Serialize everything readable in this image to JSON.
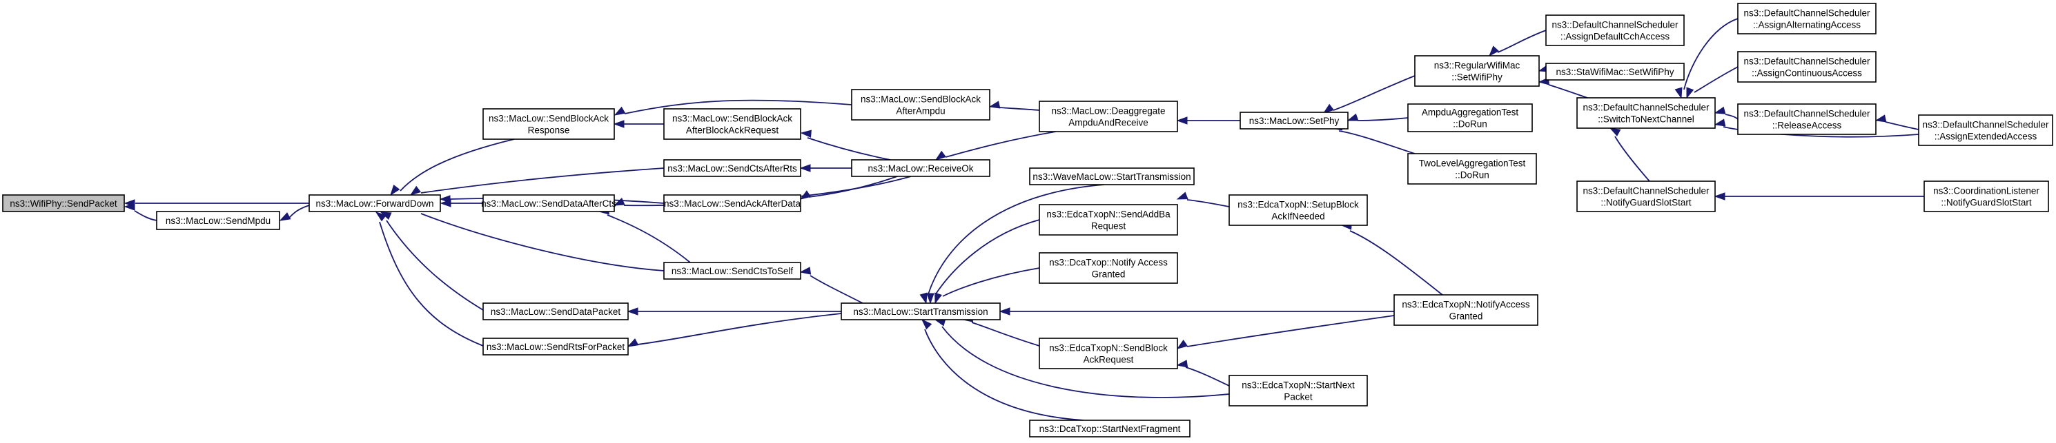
{
  "nodes": [
    {
      "id": "n0",
      "lines": [
        "ns3::WifiPhy::SendPacket"
      ],
      "root": true
    },
    {
      "id": "n1",
      "lines": [
        "ns3::MacLow::SendMpdu"
      ]
    },
    {
      "id": "n2",
      "lines": [
        "ns3::MacLow::ForwardDown"
      ]
    },
    {
      "id": "n3",
      "lines": [
        "ns3::MacLow::SendBlockAck",
        "Response"
      ]
    },
    {
      "id": "n4",
      "lines": [
        "ns3::MacLow::SendBlockAck",
        "AfterBlockAckRequest"
      ]
    },
    {
      "id": "n5",
      "lines": [
        "ns3::MacLow::SendCtsAfterRts"
      ]
    },
    {
      "id": "n6",
      "lines": [
        "ns3::MacLow::SendAckAfterData"
      ]
    },
    {
      "id": "n7",
      "lines": [
        "ns3::MacLow::SendDataAfterCts"
      ]
    },
    {
      "id": "n8",
      "lines": [
        "ns3::MacLow::SendCtsToSelf"
      ]
    },
    {
      "id": "n9",
      "lines": [
        "ns3::MacLow::SendDataPacket"
      ]
    },
    {
      "id": "n10",
      "lines": [
        "ns3::MacLow::SendRtsForPacket"
      ]
    },
    {
      "id": "n11",
      "lines": [
        "ns3::MacLow::SendBlockAck",
        "AfterAmpdu"
      ]
    },
    {
      "id": "n12",
      "lines": [
        "ns3::MacLow::ReceiveOk"
      ]
    },
    {
      "id": "n13",
      "lines": [
        "ns3::MacLow::StartTransmission"
      ]
    },
    {
      "id": "n14",
      "lines": [
        "ns3::MacLow::Deaggregate",
        "AmpduAndReceive"
      ]
    },
    {
      "id": "n15",
      "lines": [
        "ns3::WaveMacLow::StartTransmission"
      ]
    },
    {
      "id": "n16",
      "lines": [
        "ns3::EdcaTxopN::SendAddBa",
        "Request"
      ]
    },
    {
      "id": "n17",
      "lines": [
        "ns3::DcaTxop::Notify Access",
        "Granted"
      ]
    },
    {
      "id": "n18",
      "lines": [
        "ns3::EdcaTxopN::SendBlock",
        "AckRequest"
      ]
    },
    {
      "id": "n19",
      "lines": [
        "ns3::DcaTxop::StartNextFragment"
      ]
    },
    {
      "id": "n20",
      "lines": [
        "ns3::MacLow::SetPhy"
      ]
    },
    {
      "id": "n21",
      "lines": [
        "ns3::EdcaTxopN::SetupBlock",
        "AckIfNeeded"
      ]
    },
    {
      "id": "n22",
      "lines": [
        "ns3::EdcaTxopN::NotifyAccess",
        "Granted"
      ]
    },
    {
      "id": "n23",
      "lines": [
        "ns3::EdcaTxopN::StartNext",
        "Packet"
      ]
    },
    {
      "id": "n24",
      "lines": [
        "ns3::RegularWifiMac",
        "::SetWifiPhy"
      ]
    },
    {
      "id": "n25",
      "lines": [
        "AmpduAggregationTest",
        "::DoRun"
      ]
    },
    {
      "id": "n26",
      "lines": [
        "TwoLevelAggregationTest",
        "::DoRun"
      ]
    },
    {
      "id": "n27",
      "lines": [
        "ns3::DefaultChannelScheduler",
        "::AssignDefaultCchAccess"
      ]
    },
    {
      "id": "n28",
      "lines": [
        "ns3::StaWifiMac::SetWifiPhy"
      ]
    },
    {
      "id": "n29",
      "lines": [
        "ns3::DefaultChannelScheduler",
        "::SwitchToNextChannel"
      ]
    },
    {
      "id": "n30",
      "lines": [
        "ns3::DefaultChannelScheduler",
        "::AssignAlternatingAccess"
      ]
    },
    {
      "id": "n31",
      "lines": [
        "ns3::DefaultChannelScheduler",
        "::AssignContinuousAccess"
      ]
    },
    {
      "id": "n32",
      "lines": [
        "ns3::DefaultChannelScheduler",
        "::ReleaseAccess"
      ]
    },
    {
      "id": "n33",
      "lines": [
        "ns3::DefaultChannelScheduler",
        "::AssignExtendedAccess"
      ]
    },
    {
      "id": "n34",
      "lines": [
        "ns3::DefaultChannelScheduler",
        "::NotifyGuardSlotStart"
      ]
    },
    {
      "id": "n35",
      "lines": [
        "ns3::CoordinationListener",
        "::NotifyGuardSlotStart"
      ]
    }
  ],
  "edges": [
    {
      "from": "n1",
      "to": "n0"
    },
    {
      "from": "n2",
      "to": "n0"
    },
    {
      "from": "n2",
      "to": "n1"
    },
    {
      "from": "n3",
      "to": "n2"
    },
    {
      "from": "n5",
      "to": "n2"
    },
    {
      "from": "n6",
      "to": "n2"
    },
    {
      "from": "n7",
      "to": "n2"
    },
    {
      "from": "n8",
      "to": "n2"
    },
    {
      "from": "n9",
      "to": "n2"
    },
    {
      "from": "n10",
      "to": "n2"
    },
    {
      "from": "n11",
      "to": "n3"
    },
    {
      "from": "n4",
      "to": "n3"
    },
    {
      "from": "n12",
      "to": "n4"
    },
    {
      "from": "n12",
      "to": "n5"
    },
    {
      "from": "n12",
      "to": "n6"
    },
    {
      "from": "n12",
      "to": "n7"
    },
    {
      "from": "n8",
      "to": "n7"
    },
    {
      "from": "n13",
      "to": "n8"
    },
    {
      "from": "n13",
      "to": "n9"
    },
    {
      "from": "n13",
      "to": "n10"
    },
    {
      "from": "n14",
      "to": "n11"
    },
    {
      "from": "n14",
      "to": "n12"
    },
    {
      "from": "n15",
      "to": "n13"
    },
    {
      "from": "n16",
      "to": "n13"
    },
    {
      "from": "n17",
      "to": "n13"
    },
    {
      "from": "n18",
      "to": "n13"
    },
    {
      "from": "n19",
      "to": "n13"
    },
    {
      "from": "n22",
      "to": "n13"
    },
    {
      "from": "n23",
      "to": "n13"
    },
    {
      "from": "n20",
      "to": "n14"
    },
    {
      "from": "n21",
      "to": "n16"
    },
    {
      "from": "n22",
      "to": "n21"
    },
    {
      "from": "n22",
      "to": "n18"
    },
    {
      "from": "n23",
      "to": "n18"
    },
    {
      "from": "n24",
      "to": "n20"
    },
    {
      "from": "n25",
      "to": "n20"
    },
    {
      "from": "n26",
      "to": "n20"
    },
    {
      "from": "n27",
      "to": "n24"
    },
    {
      "from": "n28",
      "to": "n24"
    },
    {
      "from": "n29",
      "to": "n24"
    },
    {
      "from": "n30",
      "to": "n29"
    },
    {
      "from": "n31",
      "to": "n29"
    },
    {
      "from": "n32",
      "to": "n29"
    },
    {
      "from": "n33",
      "to": "n29"
    },
    {
      "from": "n34",
      "to": "n29"
    },
    {
      "from": "n33",
      "to": "n32"
    },
    {
      "from": "n35",
      "to": "n34"
    }
  ]
}
